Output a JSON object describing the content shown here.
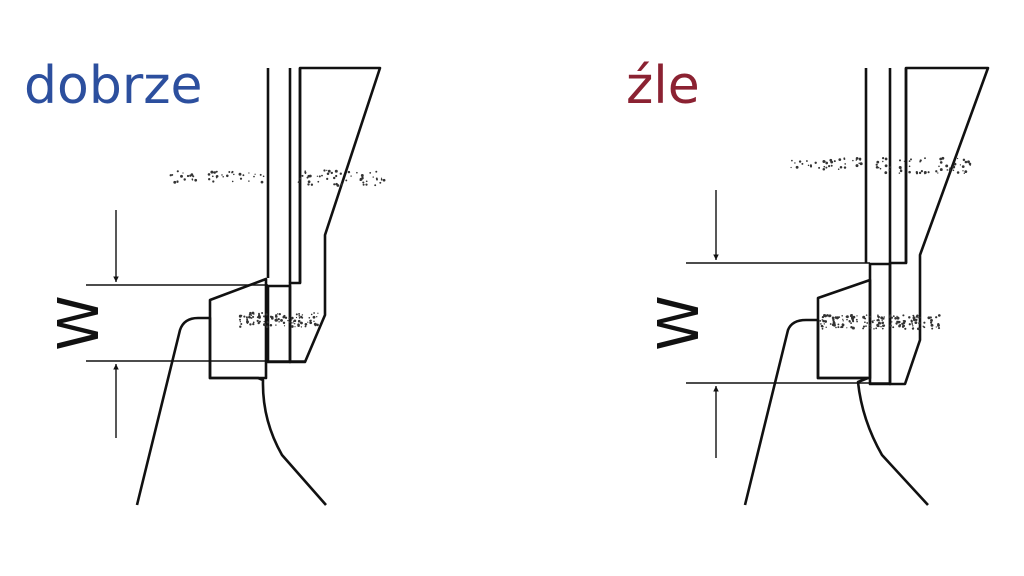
{
  "panels": {
    "good": {
      "label": "dobrze",
      "dimension": "W",
      "label_color": "#2c4f9e"
    },
    "bad": {
      "label": "źle",
      "dimension": "W",
      "label_color": "#8b2232"
    }
  },
  "colors": {
    "outline": "#111111",
    "part_fill": "#c9cbcb",
    "strip_fill": "#8f9393",
    "base_gradient_top": "#c4c6c6",
    "base_gradient_bottom": "#ffffff",
    "hatch_fill": "#ececec",
    "particles": "#333333"
  }
}
